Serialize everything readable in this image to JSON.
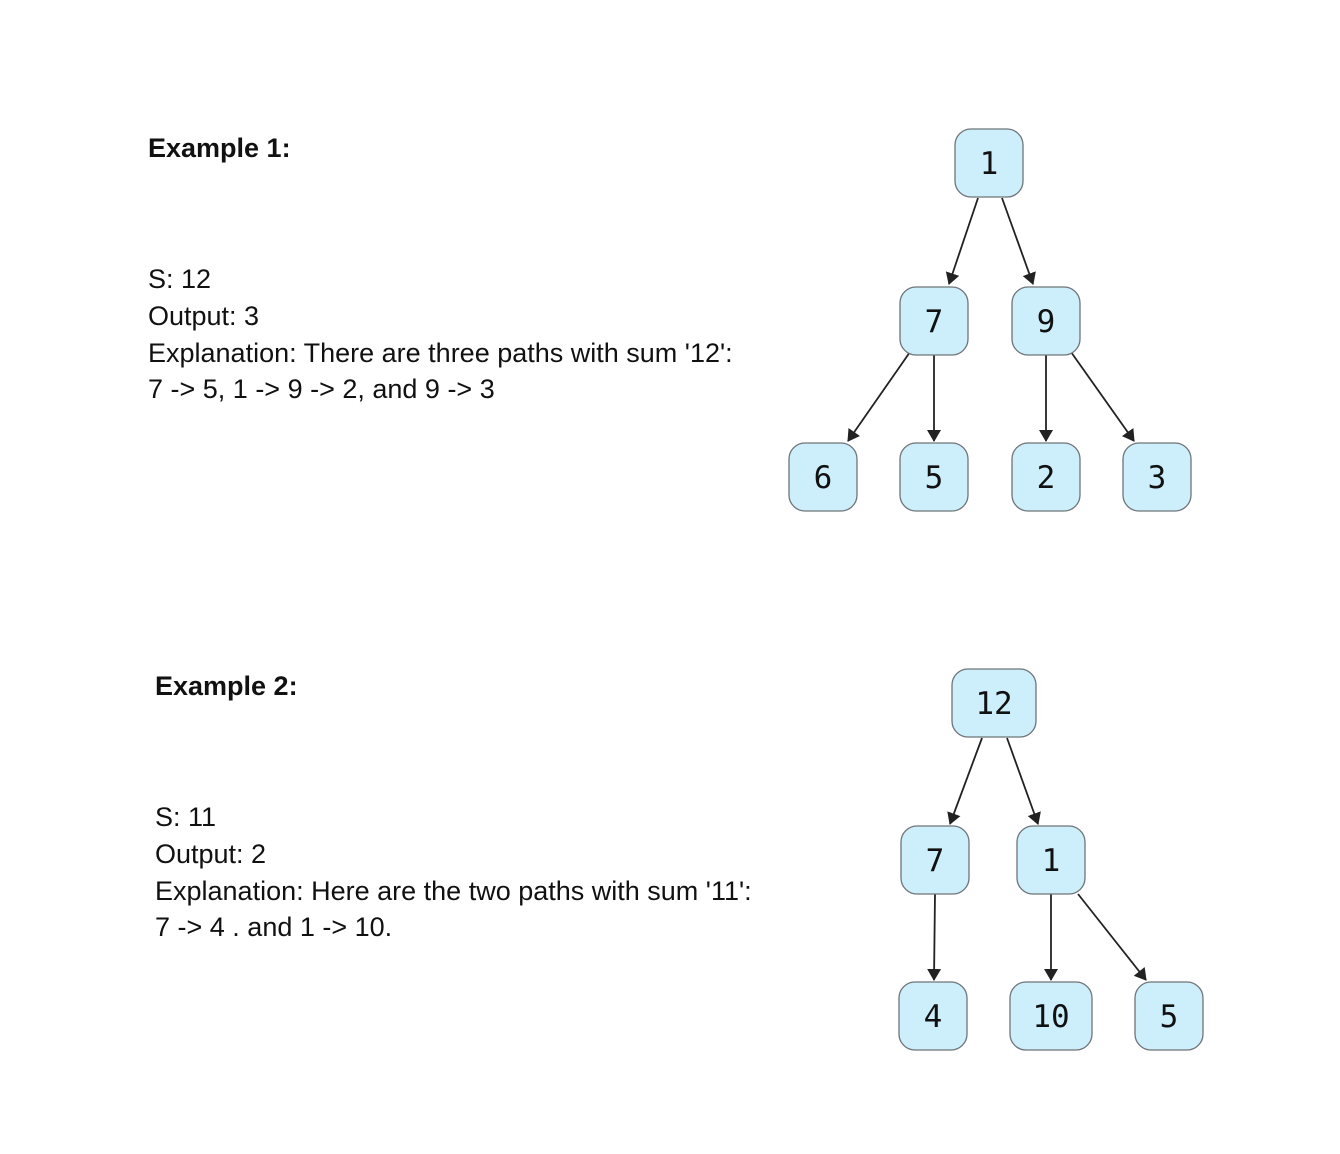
{
  "examples": [
    {
      "title": "Example 1:",
      "s_line": "S: 12",
      "output_line": "Output: 3",
      "explanation_line": "Explanation: There are three paths with sum '12':",
      "paths_line": "7 -> 5, 1 -> 9 -> 2, and 9 -> 3",
      "tree": {
        "nodes": [
          {
            "id": "a",
            "label": "1"
          },
          {
            "id": "b",
            "label": "7"
          },
          {
            "id": "c",
            "label": "9"
          },
          {
            "id": "d",
            "label": "6"
          },
          {
            "id": "e",
            "label": "5"
          },
          {
            "id": "f",
            "label": "2"
          },
          {
            "id": "g",
            "label": "3"
          }
        ],
        "edges": [
          [
            "a",
            "b"
          ],
          [
            "a",
            "c"
          ],
          [
            "b",
            "d"
          ],
          [
            "b",
            "e"
          ],
          [
            "c",
            "f"
          ],
          [
            "c",
            "g"
          ]
        ]
      }
    },
    {
      "title": "Example 2:",
      "s_line": "S: 11",
      "output_line": "Output: 2",
      "explanation_line": "Explanation: Here are the two paths with sum '11':",
      "paths_line": "7 -> 4 . and 1 -> 10.",
      "tree": {
        "nodes": [
          {
            "id": "a",
            "label": "12"
          },
          {
            "id": "b",
            "label": "7"
          },
          {
            "id": "c",
            "label": "1"
          },
          {
            "id": "d",
            "label": "4"
          },
          {
            "id": "e",
            "label": "10"
          },
          {
            "id": "f",
            "label": "5"
          }
        ],
        "edges": [
          [
            "a",
            "b"
          ],
          [
            "a",
            "c"
          ],
          [
            "b",
            "d"
          ],
          [
            "c",
            "e"
          ],
          [
            "c",
            "f"
          ]
        ]
      }
    }
  ],
  "colors": {
    "node_fill": "#cdeffb",
    "node_border": "#6f7478",
    "edge": "#222222"
  }
}
